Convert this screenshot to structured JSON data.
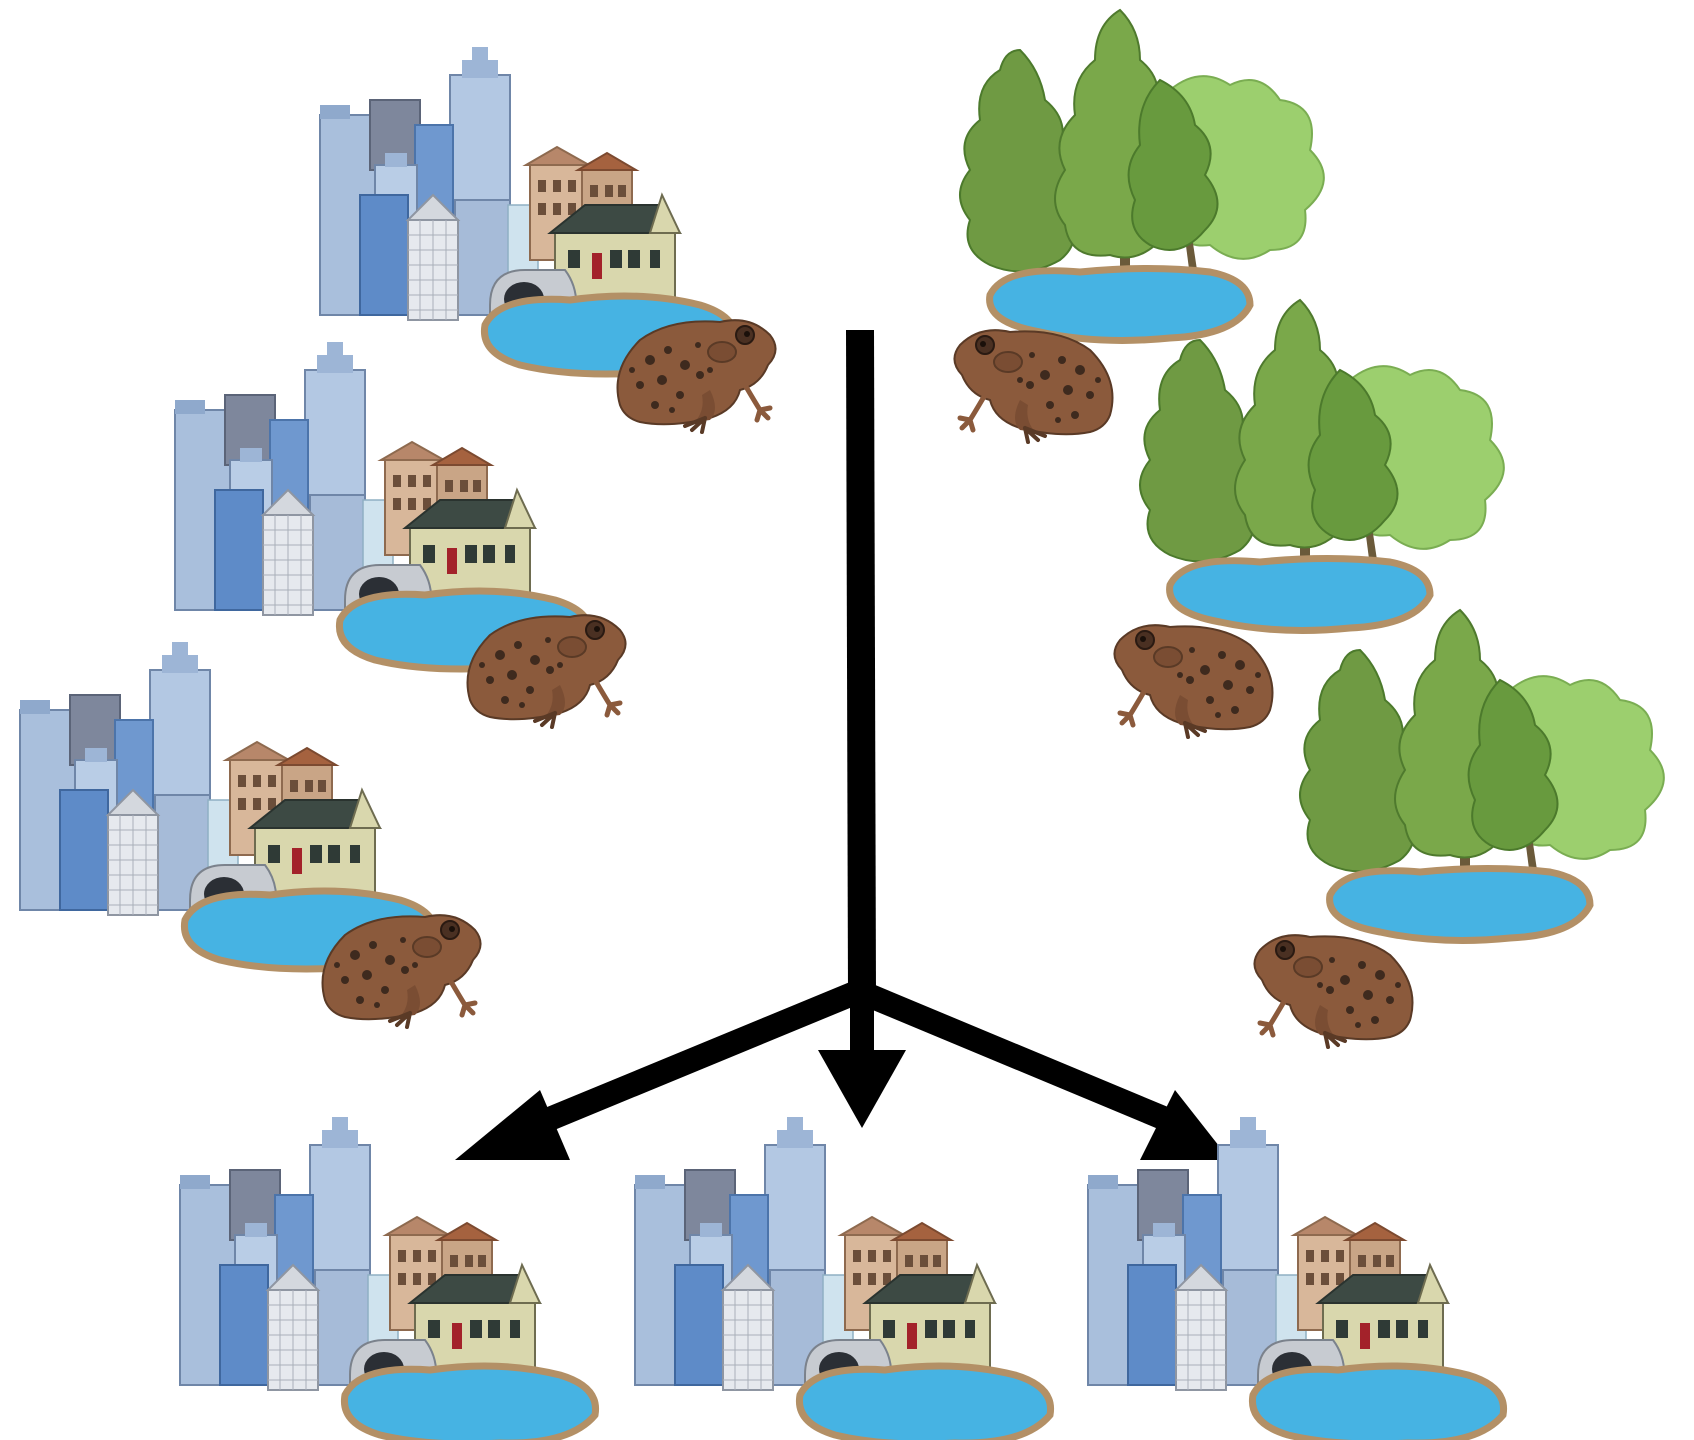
{
  "diagram": {
    "text_labels": [],
    "left_column": [
      {
        "habitat": "urban",
        "has_toad": true,
        "toad_facing": "right"
      },
      {
        "habitat": "urban",
        "has_toad": true,
        "toad_facing": "right"
      },
      {
        "habitat": "urban",
        "has_toad": true,
        "toad_facing": "right"
      }
    ],
    "right_column": [
      {
        "habitat": "forest",
        "has_toad": true,
        "toad_facing": "left"
      },
      {
        "habitat": "forest",
        "has_toad": true,
        "toad_facing": "left"
      },
      {
        "habitat": "forest",
        "has_toad": true,
        "toad_facing": "left"
      }
    ],
    "bottom_row": [
      {
        "habitat": "urban",
        "has_toad": false
      },
      {
        "habitat": "urban",
        "has_toad": false
      },
      {
        "habitat": "urban",
        "has_toad": false
      }
    ],
    "arrows": {
      "count": 3,
      "color": "#000000",
      "source": "center-stem"
    }
  },
  "colors": {
    "tower_light": "#b9cde6",
    "tower_dark": "#5d86c1",
    "tower_gray": "#8a95a8",
    "townhouse": "#d8b79a",
    "townhouse_dark": "#b7876a",
    "house": "#d9d7ad",
    "roof": "#3d4a44",
    "pond": "#46b3e3",
    "pond_rim": "#b39066",
    "tree_dark": "#5e8a3a",
    "tree_mid": "#7aa84a",
    "tree_light": "#9ccf6e",
    "trunk": "#6b5a3a",
    "toad": "#8b5a3c",
    "toad_spot": "#3e2a1e",
    "arrow": "#000000"
  },
  "icons": {
    "city": "city-icon",
    "forest": "forest-icon",
    "toad": "toad-icon",
    "pond": "pond-icon",
    "arrow": "arrow-icon"
  }
}
